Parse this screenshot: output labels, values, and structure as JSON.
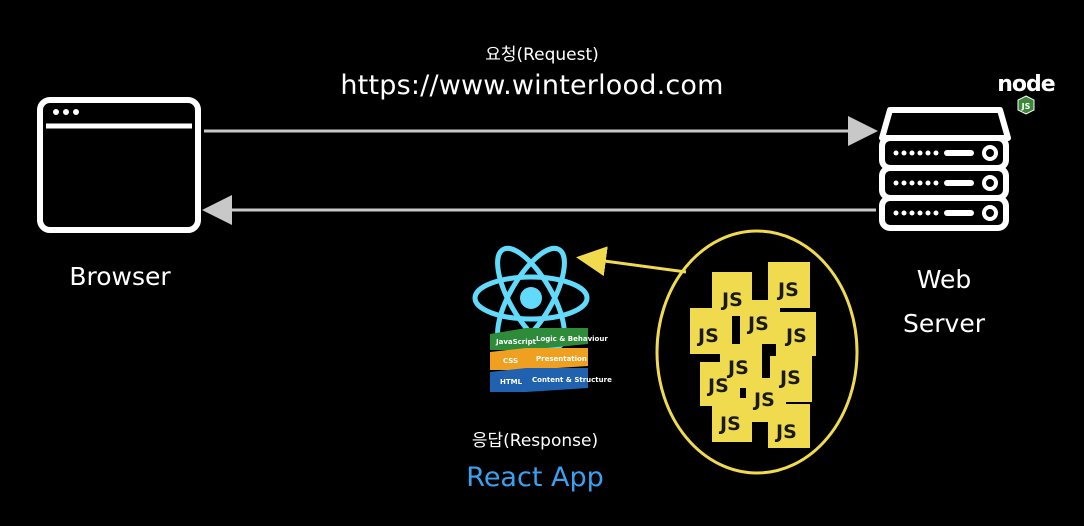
{
  "request": {
    "label": "요청(Request)",
    "url": "https://www.winterlood.com"
  },
  "browser": {
    "label": "Browser",
    "icon": "browser-window-icon"
  },
  "server": {
    "label_line1": "Web",
    "label_line2": "Server",
    "icon": "server-rack-icon",
    "badge_text": "node",
    "badge_sub": "JS"
  },
  "response": {
    "label": "응답(Response)",
    "app_label": "React App"
  },
  "react_stack": {
    "layers": [
      "JavaScript",
      "Logic & Behaviour",
      "CSS",
      "Presentation",
      "HTML",
      "Content & Structure"
    ]
  },
  "js_bundle": {
    "tile_text": "JS"
  },
  "colors": {
    "background": "#000000",
    "arrow": "#c8c8c8",
    "react_app": "#3aa0f0",
    "react_logo": "#61dafb",
    "js_yellow": "#f0db4f",
    "ellipse_outline": "#f0db4f",
    "node_green": "#3c873a"
  }
}
